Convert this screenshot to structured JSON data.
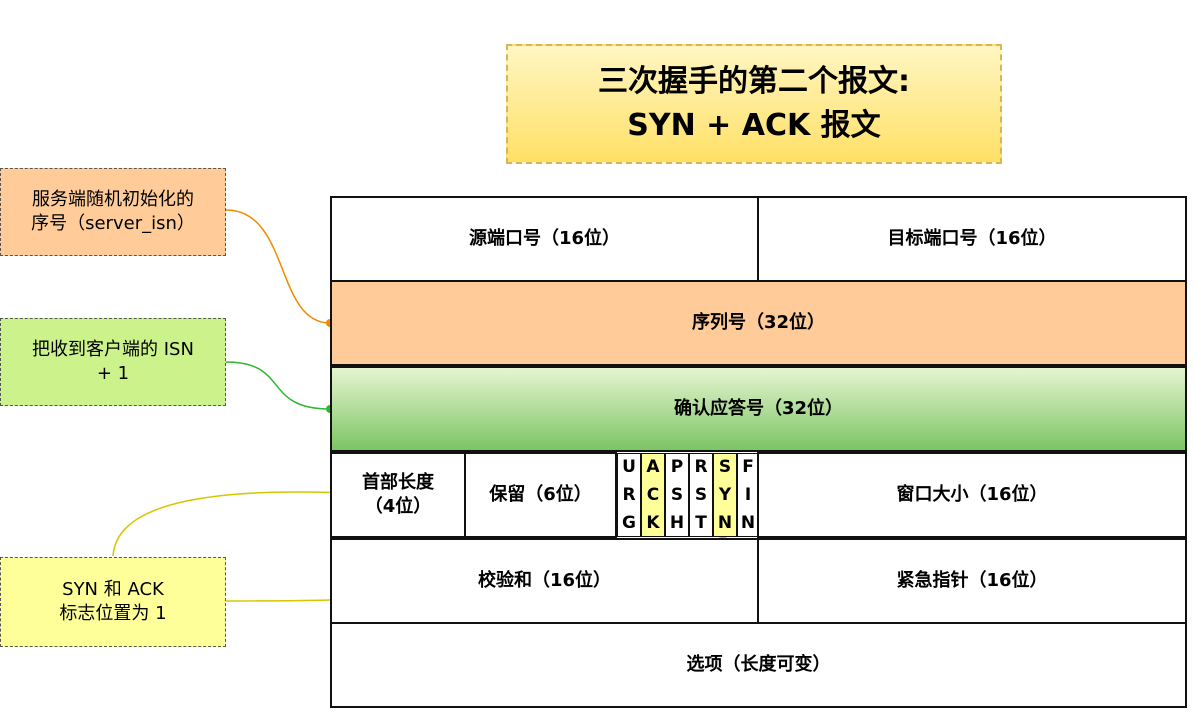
{
  "title": {
    "line1": "三次握手的第二个报文:",
    "line2": "SYN + ACK 报文"
  },
  "header": {
    "src_port": "源端口号（16位）",
    "dst_port": "目标端口号（16位）",
    "seq": "序列号（32位）",
    "ack": "确认应答号（32位）",
    "header_len_line1": "首部长度",
    "header_len_line2": "（4位）",
    "reserved": "保留（6位）",
    "window": "窗口大小（16位）",
    "checksum": "校验和（16位）",
    "urgent": "紧急指针（16位）",
    "options": "选项（长度可变）"
  },
  "flags": [
    {
      "chars": [
        "U",
        "R",
        "G"
      ],
      "highlighted": false
    },
    {
      "chars": [
        "A",
        "C",
        "K"
      ],
      "highlighted": true
    },
    {
      "chars": [
        "P",
        "S",
        "H"
      ],
      "highlighted": false
    },
    {
      "chars": [
        "R",
        "S",
        "T"
      ],
      "highlighted": false
    },
    {
      "chars": [
        "S",
        "Y",
        "N"
      ],
      "highlighted": true
    },
    {
      "chars": [
        "F",
        "I",
        "N"
      ],
      "highlighted": false
    }
  ],
  "notes": {
    "server_isn_line1": "服务端随机初始化的",
    "server_isn_line2": "序号（server_isn）",
    "client_isn_line1": "把收到客户端的 ISN",
    "client_isn_line2": "+ 1",
    "flags_line1": "SYN 和 ACK",
    "flags_line2": "标志位置为 1"
  },
  "colors": {
    "seq_fill": "#ffcc99",
    "ack_fill": "#7cc464",
    "highlight_fill": "#ffff99",
    "orange_link": "#f08c00",
    "green_link": "#2db82d",
    "yellow_link": "#d6c600"
  }
}
